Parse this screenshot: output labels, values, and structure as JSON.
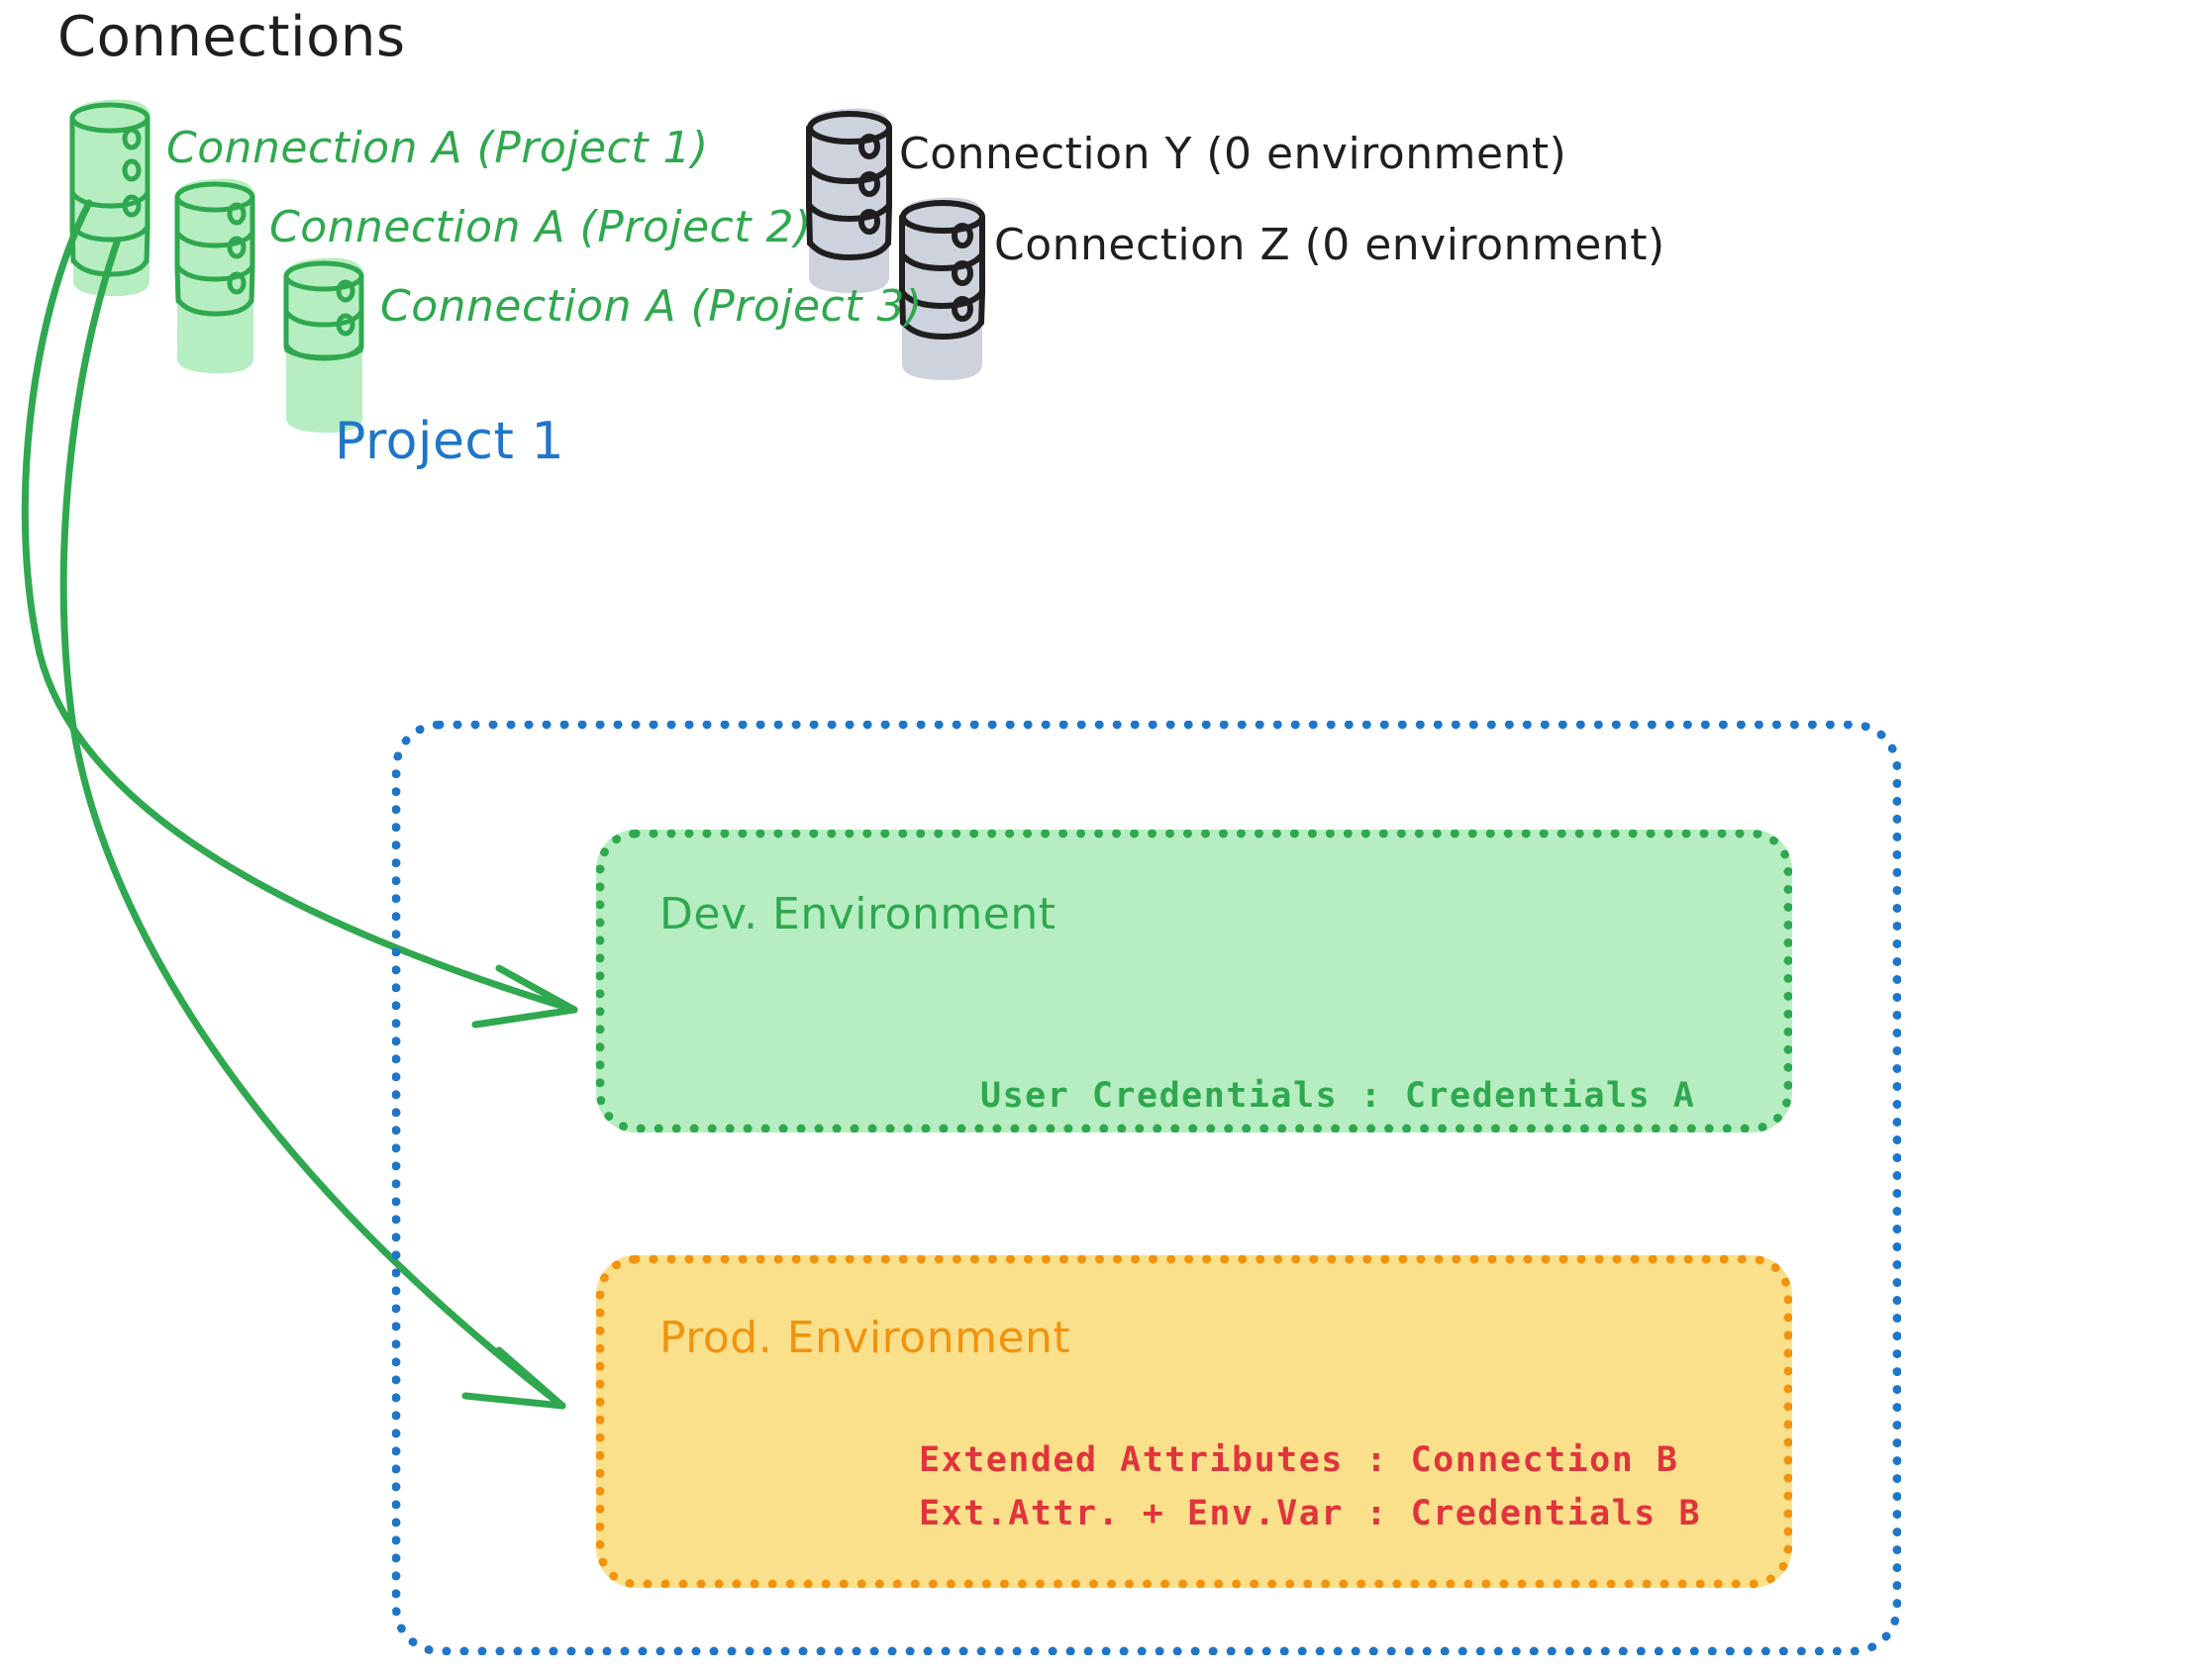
{
  "page": {
    "title": "Connections",
    "background": "#ffffff"
  },
  "colors": {
    "green": "#2fa84f",
    "green_fill": "#b6eec1",
    "orange": "#f2930d",
    "orange_fill": "#fbe08c",
    "blue": "#1f76c8",
    "red": "#e0343c",
    "black": "#1f1f1f",
    "grey_fill": "#cdd2dd",
    "grey_stroke": "#1f1f1f"
  },
  "connections": {
    "heading": "Connections",
    "green_items": [
      {
        "label": "Connection A (Project 1)",
        "icon": "database-icon",
        "color": "#2fa84f"
      },
      {
        "label": "Connection A (Project 2)",
        "icon": "database-icon",
        "color": "#2fa84f"
      },
      {
        "label": "Connection A (Project 3)",
        "icon": "database-icon",
        "color": "#2fa84f"
      }
    ],
    "grey_items": [
      {
        "label": "Connection Y (0 environment)",
        "icon": "database-icon",
        "color": "#1f1f1f"
      },
      {
        "label": "Connection Z (0 environment)",
        "icon": "database-icon",
        "color": "#1f1f1f"
      }
    ]
  },
  "project": {
    "title": "Project 1",
    "environments": [
      {
        "name": "Dev. Environment",
        "color": "#2fa84f",
        "fill": "#b6eec1",
        "rows": [
          {
            "text": "User Credentials : Credentials A",
            "color": "#2fa84f"
          }
        ]
      },
      {
        "name": "Prod. Environment",
        "color": "#f2930d",
        "fill": "#fbe08c",
        "rows": [
          {
            "text": "Extended Attributes : Connection B",
            "color": "#e0343c"
          },
          {
            "text": "Ext.Attr. + Env.Var : Credentials B",
            "color": "#e0343c"
          }
        ]
      }
    ]
  },
  "arrows": [
    {
      "name": "arrow-connection-a-to-dev",
      "from": "Connection A (Project 1)",
      "to": "Dev. Environment",
      "color": "#2fa84f"
    },
    {
      "name": "arrow-connection-a-to-prod",
      "from": "Connection A (Project 1)",
      "to": "Prod. Environment",
      "color": "#2fa84f"
    }
  ]
}
